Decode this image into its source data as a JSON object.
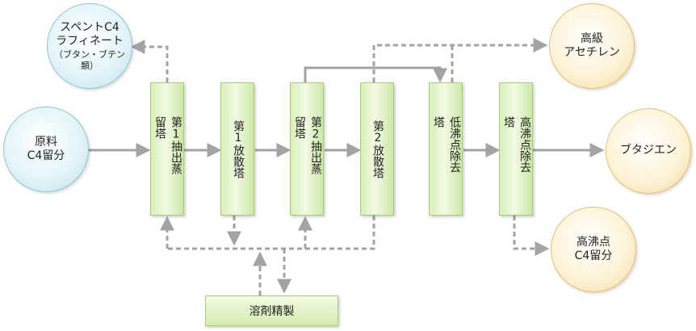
{
  "nodes": {
    "spent_c4": {
      "line1": "スペントC4",
      "line2": "ラフィネート",
      "line3": "（ブタン・ブテン類）"
    },
    "feed": {
      "line1": "原料",
      "line2": "C4留分"
    },
    "acetylene": {
      "line1": "高級",
      "line2": "アセチレン"
    },
    "butadiene": {
      "line1": "ブタジエン"
    },
    "heavy_c4": {
      "line1": "高沸点",
      "line2": "C4留分"
    }
  },
  "towers": [
    {
      "label": "第1抽出蒸留塔"
    },
    {
      "label": "第1放散塔"
    },
    {
      "label": "第2抽出蒸留塔"
    },
    {
      "label": "第2放散塔"
    },
    {
      "label": "低沸点除去塔"
    },
    {
      "label": "高沸点除去塔"
    }
  ],
  "solvent": {
    "label": "溶剤精製"
  },
  "colors": {
    "arrow": "#a3a3a3",
    "tower_fill": "#e6f4cf",
    "tower_border": "#a8cc7e",
    "blue_circle": "#d8eff5",
    "orange_circle": "#fbeac0"
  }
}
